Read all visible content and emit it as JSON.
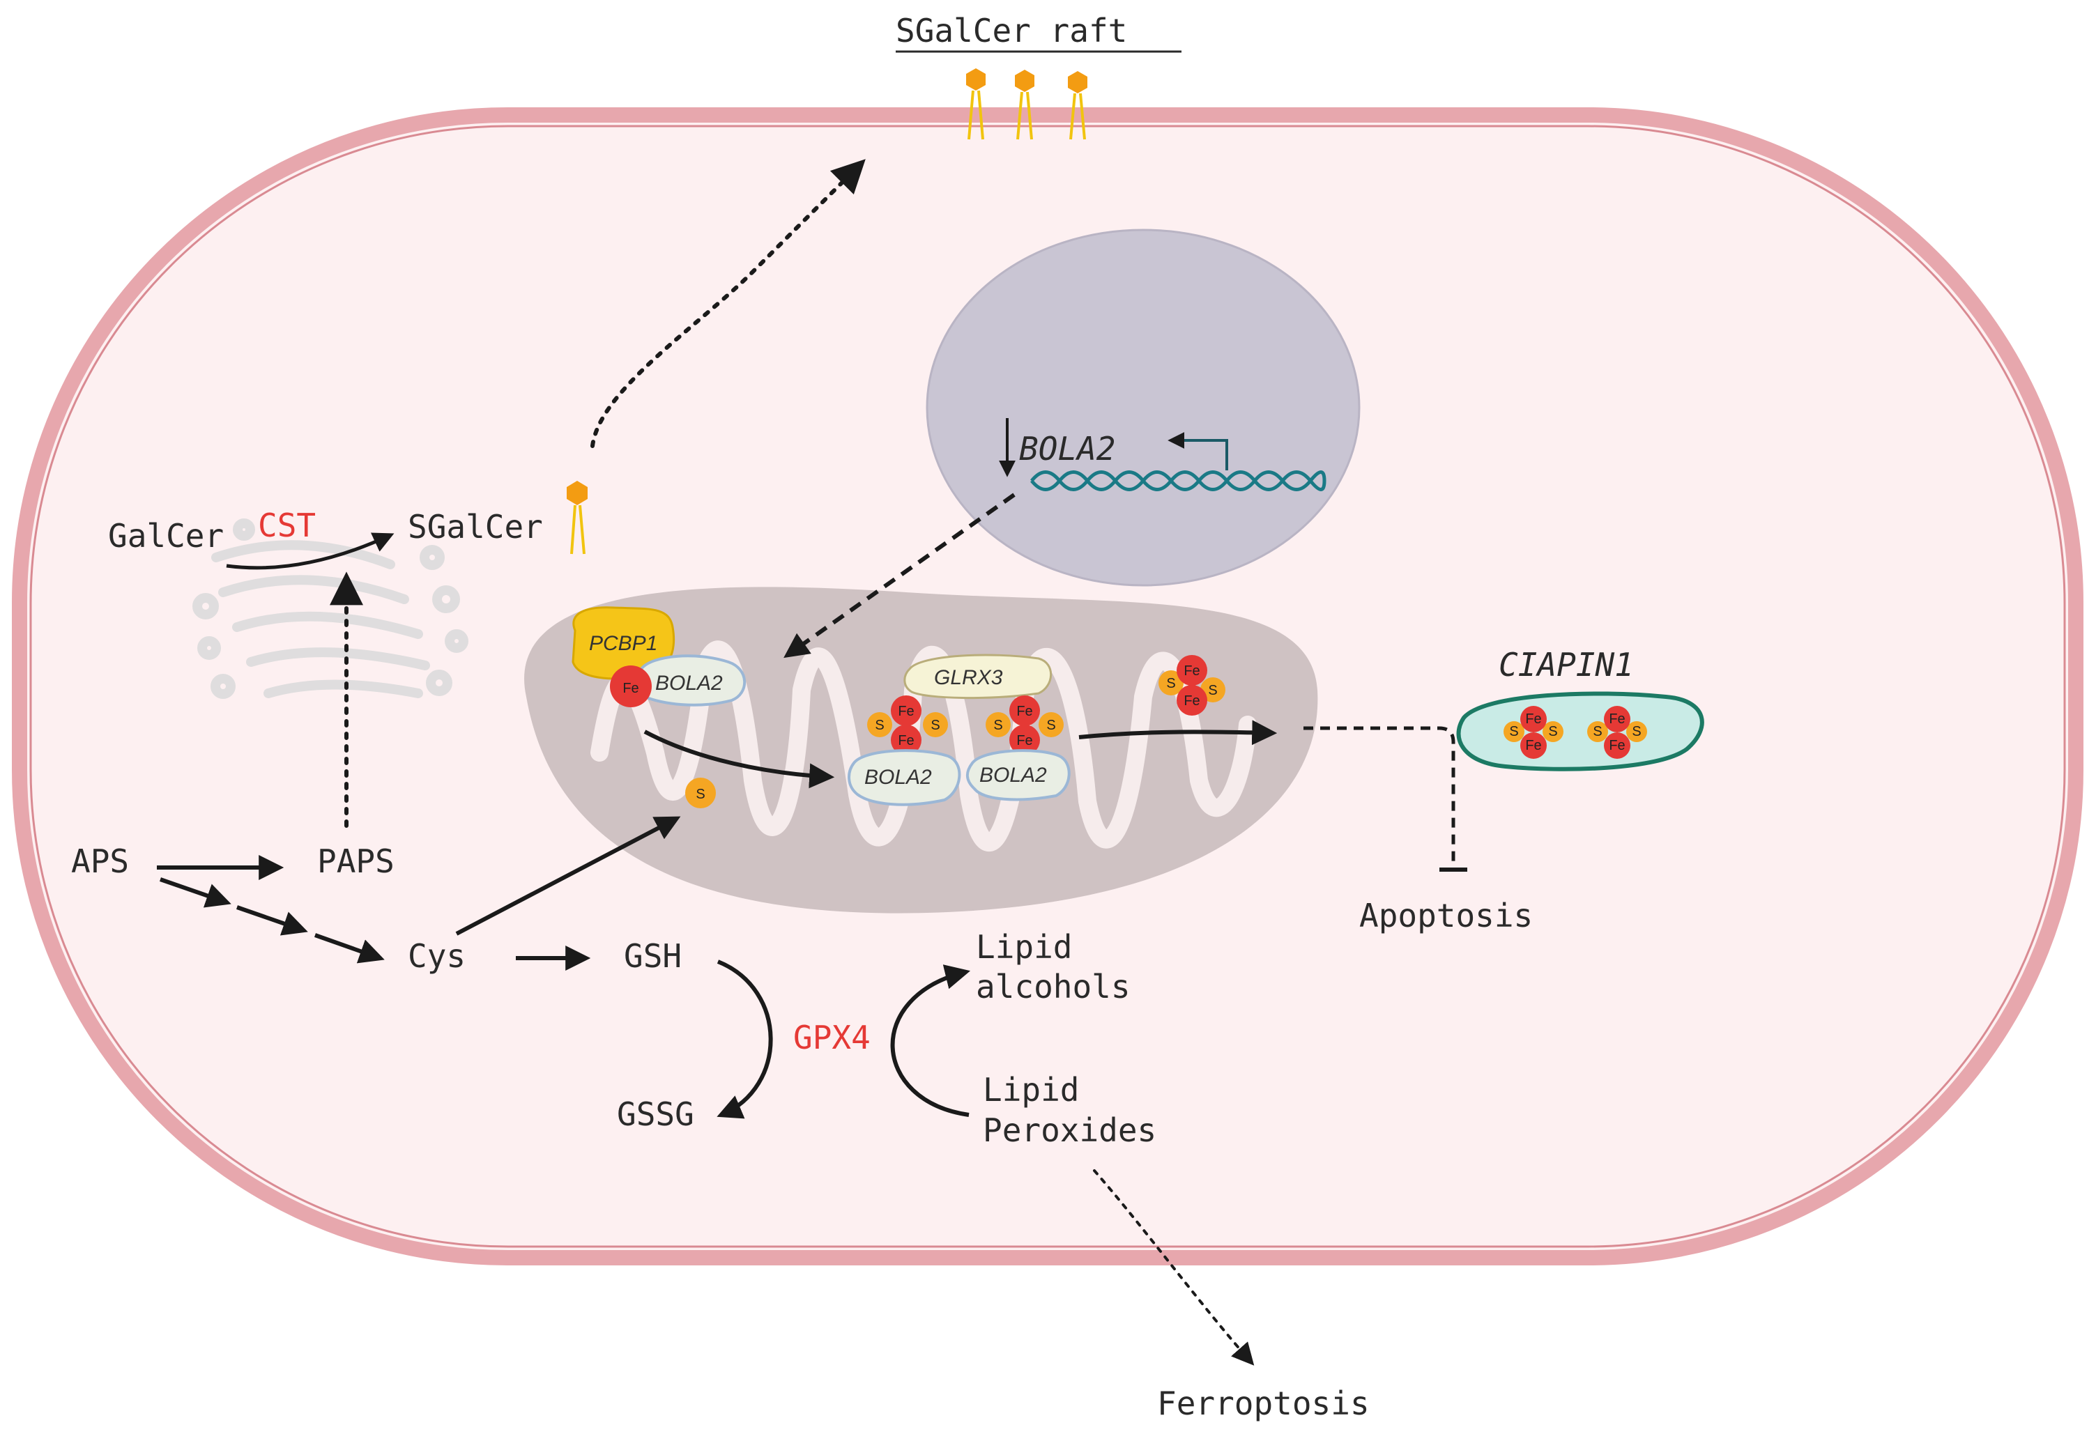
{
  "labels": {
    "sgalcer_raft": "SGalCer raft",
    "galcer": "GalCer",
    "cst": "CST",
    "sgalcer": "SGalCer",
    "aps": "APS",
    "paps": "PAPS",
    "cys": "Cys",
    "gsh": "GSH",
    "gssg": "GSSG",
    "gpx4": "GPX4",
    "lipid_alcohols_1": "Lipid",
    "lipid_alcohols_2": "alcohols",
    "lipid_peroxides_1": "Lipid",
    "lipid_peroxides_2": "Peroxides",
    "ferroptosis": "Ferroptosis",
    "apoptosis": "Apoptosis",
    "bola2_gene": "BOLA2",
    "ciapin1": "CIAPIN1"
  },
  "proteins": {
    "pcbp1": "PCBP1",
    "bola2_a": "BOLA2",
    "glrx3": "GLRX3",
    "bola2_b": "BOLA2",
    "bola2_c": "BOLA2"
  },
  "atoms": {
    "fe": "Fe",
    "s": "S"
  },
  "colors": {
    "cell_membrane": "#e7a7ad",
    "cytoplasm": "#fdf0f1",
    "nucleus": "#c9c5d3",
    "mitochondrion": "#cfc2c3",
    "enzyme_text": "#e53935",
    "pcbp1": "#f5c518",
    "bola2": "#e9eee4",
    "glrx3": "#f6f3d6",
    "iron": "#e53935",
    "sulfur": "#f5a623",
    "ciapin1_fill": "#c9ebe6",
    "ciapin1_stroke": "#1c7a64",
    "dna": "#1a7a86",
    "lipid_head": "#f39c12"
  }
}
